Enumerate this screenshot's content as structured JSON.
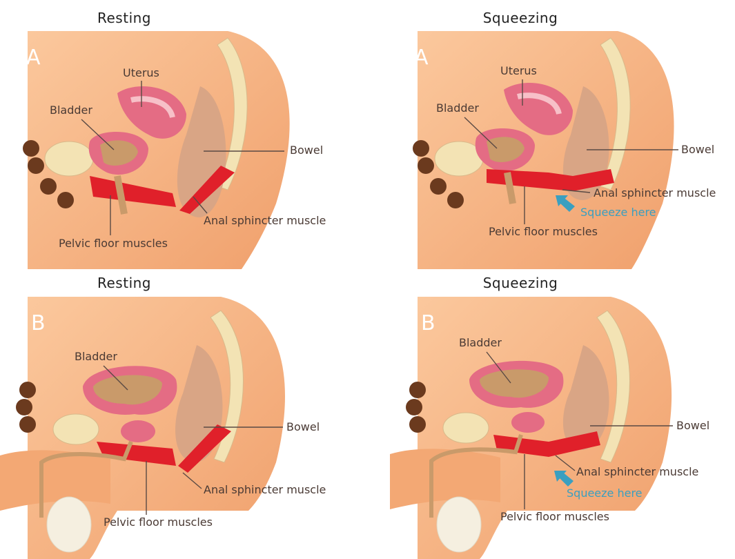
{
  "titles": {
    "top_left": "Resting",
    "top_right": "Squeezing",
    "bottom_left": "Resting",
    "bottom_right": "Squeezing"
  },
  "panels": {
    "a_rest": {
      "letter": "A",
      "uterus": "Uterus",
      "bladder": "Bladder",
      "bowel": "Bowel",
      "anal": "Anal sphincter muscle",
      "pelvic": "Pelvic floor muscles"
    },
    "a_squeeze": {
      "letter": "A",
      "uterus": "Uterus",
      "bladder": "Bladder",
      "bowel": "Bowel",
      "anal": "Anal sphincter muscle",
      "squeeze": "Squeeze here",
      "pelvic": "Pelvic floor muscles"
    },
    "b_rest": {
      "letter": "B",
      "bladder": "Bladder",
      "bowel": "Bowel",
      "anal": "Anal sphincter muscle",
      "pelvic": "Pelvic floor muscles"
    },
    "b_squeeze": {
      "letter": "B",
      "bladder": "Bladder",
      "bowel": "Bowel",
      "anal": "Anal sphincter muscle",
      "squeeze": "Squeeze here",
      "pelvic": "Pelvic floor muscles"
    }
  },
  "colors": {
    "skin": "#f7b98a",
    "skin_dark": "#e9935c",
    "muscle": "#e0202a",
    "bladder_wall": "#e46c84",
    "bladder_inner": "#c99a6a",
    "bone": "#f3e3b4",
    "squeeze_arrow": "#3a9fc0",
    "hair": "#6b3a1e"
  }
}
